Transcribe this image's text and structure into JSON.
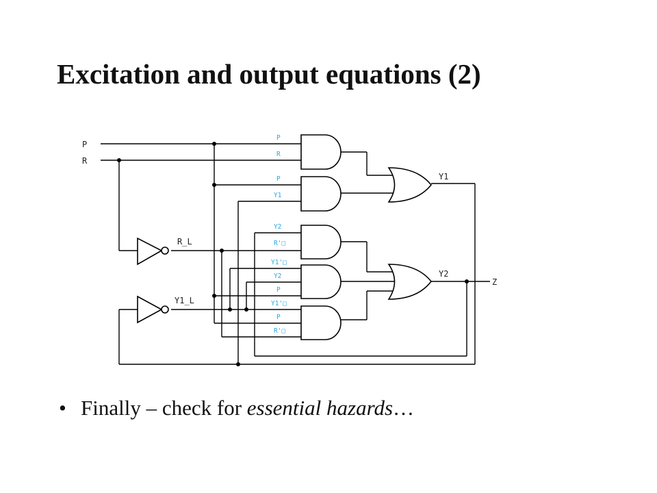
{
  "slide": {
    "title": "Excitation and output equations (2)",
    "bullet": {
      "prefix": "Finally – check for ",
      "emphasis": "essential hazards",
      "suffix": "…"
    }
  },
  "circuit": {
    "inputs": [
      "P",
      "R"
    ],
    "inverter_outputs": [
      "R_L",
      "Y1_L"
    ],
    "gate_outputs": [
      "Y1",
      "Y2"
    ],
    "final_output": "Z",
    "gate_pins": {
      "and1": [
        "P",
        "R"
      ],
      "and2": [
        "P",
        "Y1"
      ],
      "and3": [
        "Y2",
        "R'□"
      ],
      "and4": [
        "Y1'□",
        "Y2"
      ],
      "and5": [
        "P",
        "Y1'□"
      ],
      "and6": [
        "P",
        "R'□"
      ]
    },
    "colors": {
      "wire": "#000000",
      "pin_label": "#29a8e0"
    }
  }
}
